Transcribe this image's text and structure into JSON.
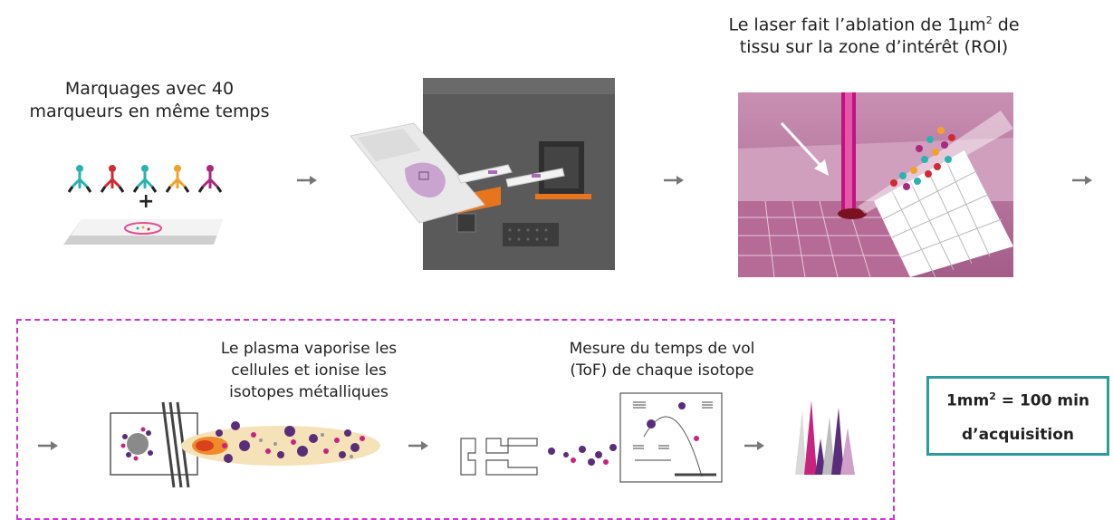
{
  "step1": {
    "caption_line1": "Marquages avec 40",
    "caption_line2": "marqueurs en même temps",
    "plus": "+"
  },
  "step3": {
    "caption_line1_pre": "Le laser fait l’ablation de 1µm",
    "caption_line1_sup": "2",
    "caption_line1_post": " de",
    "caption_line2": "tissu sur la zone d’intérêt (ROI)"
  },
  "step4": {
    "caption_line1": "Le plasma vaporise les",
    "caption_line2": "cellules et ionise les",
    "caption_line3": "isotopes métalliques"
  },
  "step5": {
    "caption_line1": "Mesure du temps de vol",
    "caption_line2": "(ToF) de chaque isotope"
  },
  "acquisition": {
    "line1_pre": "1mm",
    "line1_sup": "2",
    "line1_post": " = 100 min",
    "line2": "d’acquisition"
  },
  "colors": {
    "panel_border": "#d233d2",
    "box_border": "#2a9d9a",
    "arrow": "#777777",
    "purple": "#5a2d7a",
    "magenta": "#c8237f"
  }
}
